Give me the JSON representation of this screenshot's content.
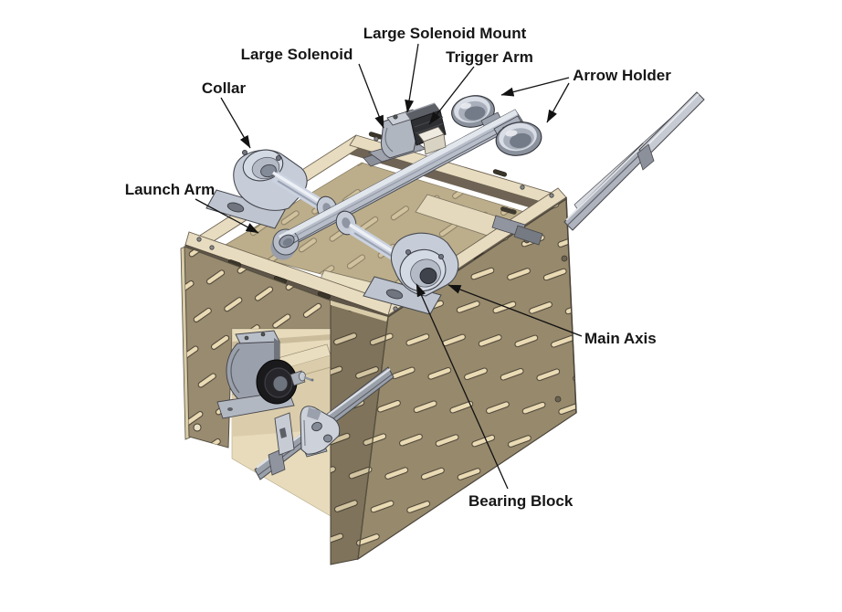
{
  "diagram": {
    "description": "Isometric CAD illustration of an arrow-launcher mechanism mounted in a slotted plywood box frame, with callout labels",
    "labels": {
      "large_solenoid_mount": "Large Solenoid Mount",
      "large_solenoid": "Large Solenoid",
      "trigger_arm": "Trigger Arm",
      "collar": "Collar",
      "arrow_holder": "Arrow Holder",
      "launch_arm": "Launch Arm",
      "main_axis": "Main Axis",
      "bearing_block": "Bearing Block"
    },
    "colors": {
      "background": "#ffffff",
      "wood_light": "#e8dcc0",
      "wood_mid": "#c7b795",
      "panel_khaki": "#97896c",
      "panel_inner": "#8b7f66",
      "slot_fill": "#eadbb4",
      "metal_light": "#d4dae3",
      "metal_mid": "#b7bdc9",
      "metal_dark": "#54575f",
      "solenoid_black": "#2e2f33",
      "leader_line": "#121212"
    }
  }
}
